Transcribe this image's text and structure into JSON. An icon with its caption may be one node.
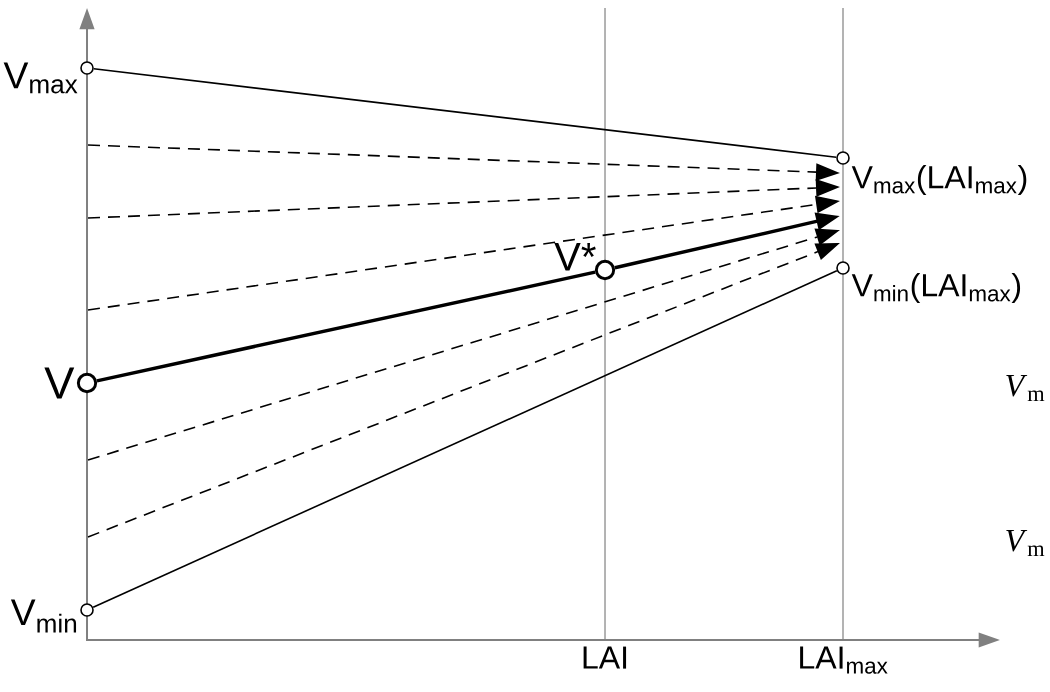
{
  "diagram": {
    "nodes": [
      {
        "text": [],
        "shape": "circle",
        "beside": [
          "V$_{max}$"
        ]
      },
      {
        "text": [],
        "shape": "circle",
        "beside": [
          "V"
        ]
      },
      {
        "text": [],
        "shape": "circle",
        "beside": [
          "V*"
        ]
      },
      {
        "text": [],
        "shape": "circle",
        "beside": [
          "V$_{min}$"
        ]
      },
      {
        "text": [],
        "shape": "circle",
        "beside": [
          "V$_{max}$(LAI$_{max}$)"
        ]
      },
      {
        "text": [],
        "shape": "circle",
        "beside": [
          "V$_{min}$(LAI$_{max}$)"
        ]
      }
    ],
    "edges": [
      {
        "from": 0,
        "to": 4,
        "arrow": "none"
      },
      {
        "from": 1,
        "to": 2,
        "arrow": "none",
        "style": "thick"
      },
      {
        "from": 2,
        "to": null,
        "arrow": "to",
        "style": "thick"
      },
      {
        "from": 3,
        "to": 5,
        "arrow": "none"
      }
    ],
    "labels": [
      "LAI",
      "LAI$_{max}$",
      "*V*$_{m}$",
      "*V*$_{m}$"
    ]
  }
}
